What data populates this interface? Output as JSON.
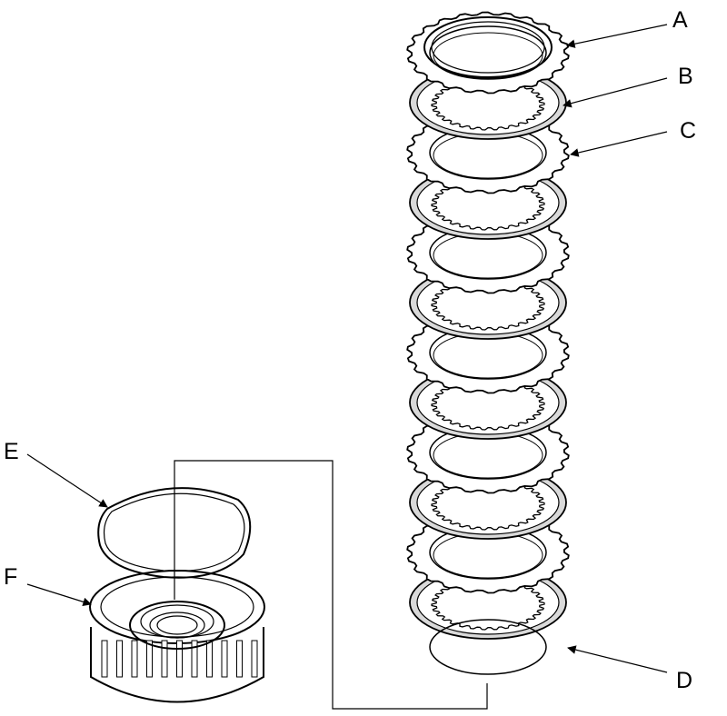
{
  "callouts": {
    "a": "A",
    "b": "B",
    "c": "C",
    "d": "D",
    "e": "E",
    "f": "F"
  },
  "colors": {
    "ink": "#000000",
    "paper": "#ffffff",
    "shade": "#d9d9d9"
  },
  "icons": {
    "arrowhead": "filled-triangle-arrow",
    "plate": "toothed-clutch-disc"
  }
}
